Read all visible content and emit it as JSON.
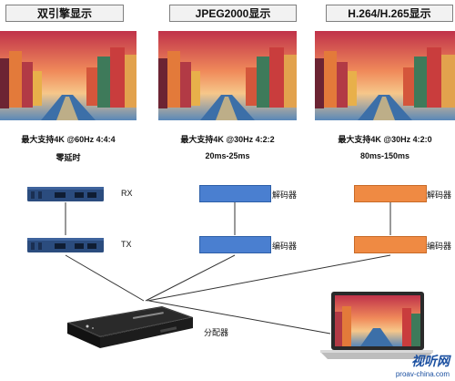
{
  "columns": [
    {
      "title": "双引擎显示",
      "spec": "最大支持4K @60Hz 4:4:4",
      "latency": "零延时",
      "rx_label": "RX",
      "tx_label": "TX"
    },
    {
      "title": "JPEG2000显示",
      "spec": "最大支持4K @30Hz 4:2:2",
      "latency": "20ms-25ms",
      "rx_label": "解码器",
      "tx_label": "编码器"
    },
    {
      "title": "H.264/H.265显示",
      "spec": "最大支持4K @30Hz  4:2:0",
      "latency": "80ms-150ms",
      "rx_label": "解码器",
      "tx_label": "编码器"
    }
  ],
  "distributor_label": "分配器",
  "watermark": {
    "logo": "视听网",
    "url": "proav-china.com"
  },
  "colors": {
    "jpeg_box": "#4a7fd0",
    "h26x_box": "#ef8a43",
    "hw_device": "#2b4c7e"
  }
}
